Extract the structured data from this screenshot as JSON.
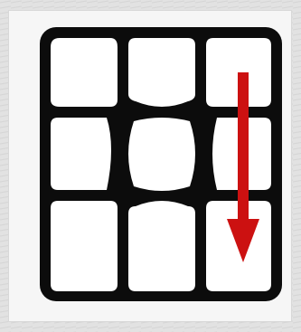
{
  "figure": {
    "grid": {
      "rows": 3,
      "cols": 3
    },
    "colors": {
      "background": "#e2e2e2",
      "panel": "#f6f6f6",
      "frame": "#0c0c0c",
      "sticker": "#ffffff",
      "arrow": "#cc1111"
    },
    "arrow": {
      "icon": "arrow-down-icon",
      "column": 3,
      "direction": "down",
      "color": "#cc1111"
    }
  }
}
